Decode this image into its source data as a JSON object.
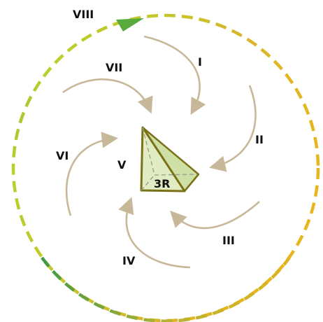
{
  "labels": {
    "i": "I",
    "ii": "II",
    "iii": "III",
    "iv": "IV",
    "v": "V",
    "vi": "VI",
    "vii": "VII",
    "viii": "VIII",
    "center": "3R"
  },
  "colors": {
    "ring_gradient": [
      "#4c9a3c",
      "#6fae36",
      "#c9d52c",
      "#d8b52a",
      "#e9b81c"
    ],
    "arrow_head": "#5aab3d",
    "curve_arrows": "#c8b89a",
    "pyramid_fill": "#e2ecc4",
    "pyramid_face_dark": "#c8dba0",
    "pyramid_stroke": "#7a7216",
    "hidden_edges": "#9a9a8a"
  }
}
